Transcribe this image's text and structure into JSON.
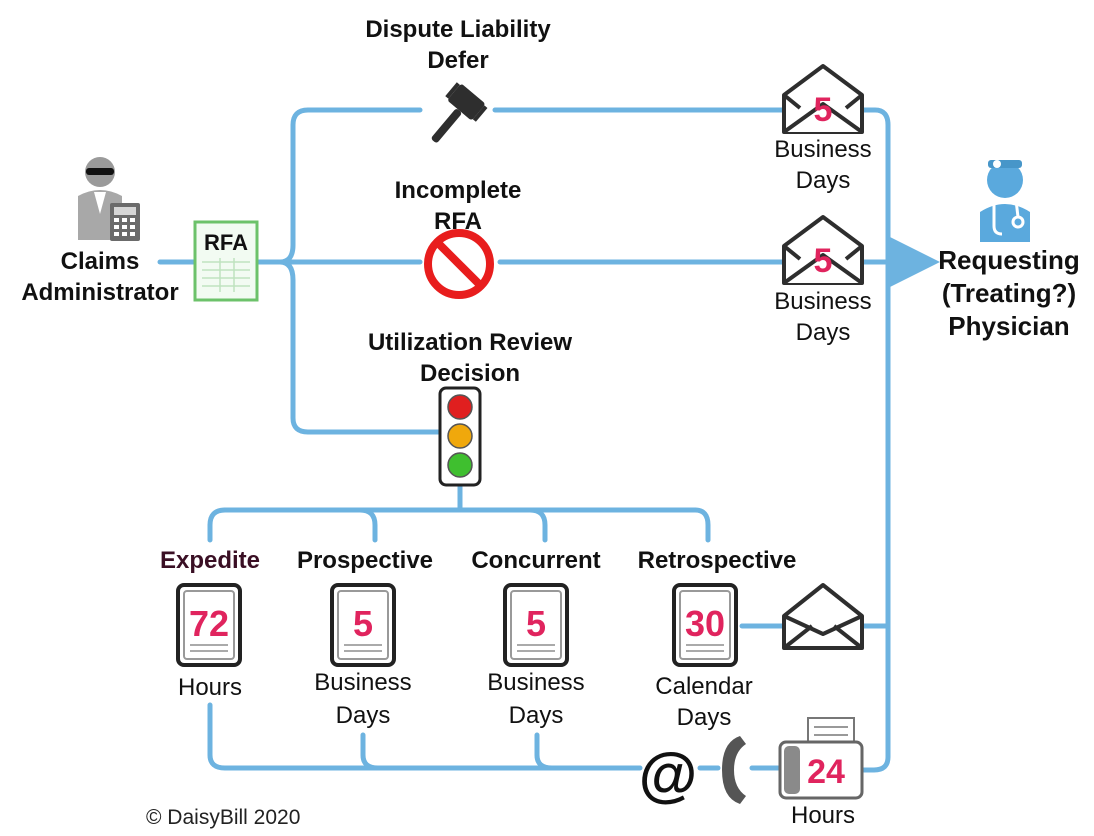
{
  "branches": {
    "dispute": {
      "line1": "Dispute Liability",
      "line2": "Defer",
      "icon": "gavel-icon"
    },
    "incomplete": {
      "line1": "Incomplete",
      "line2": "RFA",
      "icon": "prohibited-icon"
    },
    "ur": {
      "line1": "Utilization Review",
      "line2": "Decision",
      "icon": "traffic-light-icon"
    }
  },
  "source": {
    "line1": "Claims",
    "line2": "Administrator",
    "icon": "claims-administrator-icon"
  },
  "document": {
    "label": "RFA"
  },
  "target": {
    "line1": "Requesting",
    "line2": "(Treating?)",
    "line3": "Physician",
    "icon": "physician-icon"
  },
  "mail_timelines": [
    {
      "number": "5",
      "line1": "Business",
      "line2": "Days"
    },
    {
      "number": "5",
      "line1": "Business",
      "line2": "Days"
    }
  ],
  "review_types": [
    {
      "title": "Expedite",
      "number": "72",
      "line1": "Hours",
      "line2": ""
    },
    {
      "title": "Prospective",
      "number": "5",
      "line1": "Business",
      "line2": "Days"
    },
    {
      "title": "Concurrent",
      "number": "5",
      "line1": "Business",
      "line2": "Days"
    },
    {
      "title": "Retrospective",
      "number": "30",
      "line1": "Calendar",
      "line2": "Days"
    }
  ],
  "electronic": {
    "symbol": "@",
    "phone_icon": "phone-icon",
    "fax_icon": "fax-icon",
    "number": "24",
    "label": "Hours"
  },
  "colors": {
    "line": "#6db3e0",
    "accent_number": "#e0245e",
    "rfa_border": "#6cc26a",
    "physician": "#5aa9dd",
    "stop_red": "#e81d1d"
  },
  "copyright": "© DaisyBill 2020"
}
